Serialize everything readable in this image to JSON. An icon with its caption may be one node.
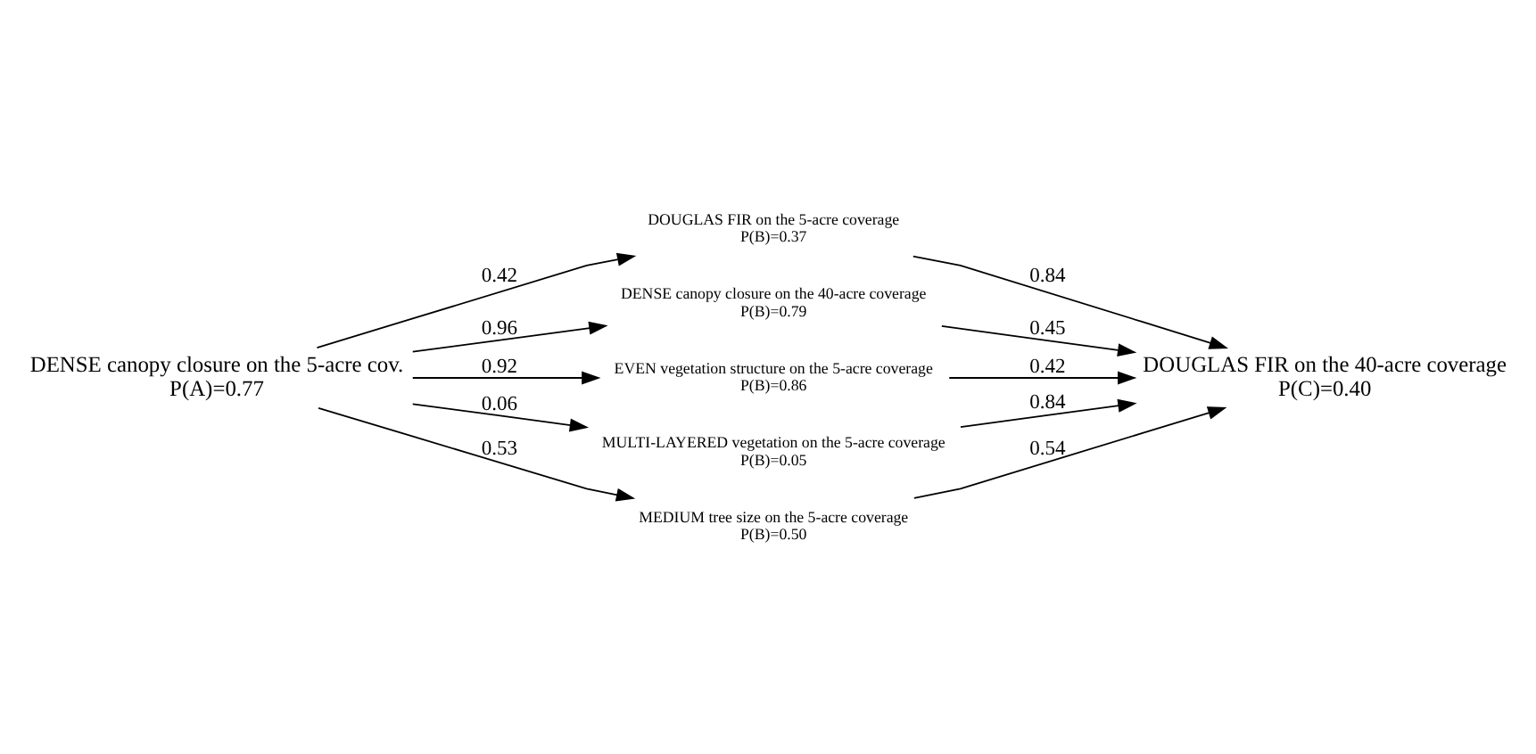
{
  "diagram": {
    "nodes": [
      {
        "text": [
          "DENSE canopy closure on the 5-acre cov.",
          "P(A)=0.77"
        ]
      },
      {
        "text": [
          "DOUGLAS FIR on the 5-acre coverage",
          "P(B)=0.37"
        ]
      },
      {
        "text": [
          "DENSE canopy closure on the 40-acre coverage",
          "P(B)=0.79"
        ]
      },
      {
        "text": [
          "EVEN vegetation structure on the 5-acre coverage",
          "P(B)=0.86"
        ]
      },
      {
        "text": [
          "MULTI-LAYERED vegetation on the 5-acre coverage",
          "P(B)=0.05"
        ]
      },
      {
        "text": [
          "MEDIUM tree size on the 5-acre coverage",
          "P(B)=0.50"
        ]
      },
      {
        "text": [
          "DOUGLAS FIR on the 40-acre coverage",
          "P(C)=0.40"
        ]
      }
    ],
    "edges": [
      {
        "from": 0,
        "to": 1,
        "arrow": "to",
        "label": "0.42"
      },
      {
        "from": 0,
        "to": 2,
        "arrow": "to",
        "label": "0.96"
      },
      {
        "from": 0,
        "to": 3,
        "arrow": "to",
        "label": "0.92"
      },
      {
        "from": 0,
        "to": 4,
        "arrow": "to",
        "label": "0.06"
      },
      {
        "from": 0,
        "to": 5,
        "arrow": "to",
        "label": "0.53"
      },
      {
        "from": 1,
        "to": 6,
        "arrow": "to",
        "label": "0.84"
      },
      {
        "from": 2,
        "to": 6,
        "arrow": "to",
        "label": "0.45"
      },
      {
        "from": 3,
        "to": 6,
        "arrow": "to",
        "label": "0.42"
      },
      {
        "from": 4,
        "to": 6,
        "arrow": "to",
        "label": "0.84"
      },
      {
        "from": 5,
        "to": 6,
        "arrow": "to",
        "label": "0.54"
      }
    ]
  }
}
